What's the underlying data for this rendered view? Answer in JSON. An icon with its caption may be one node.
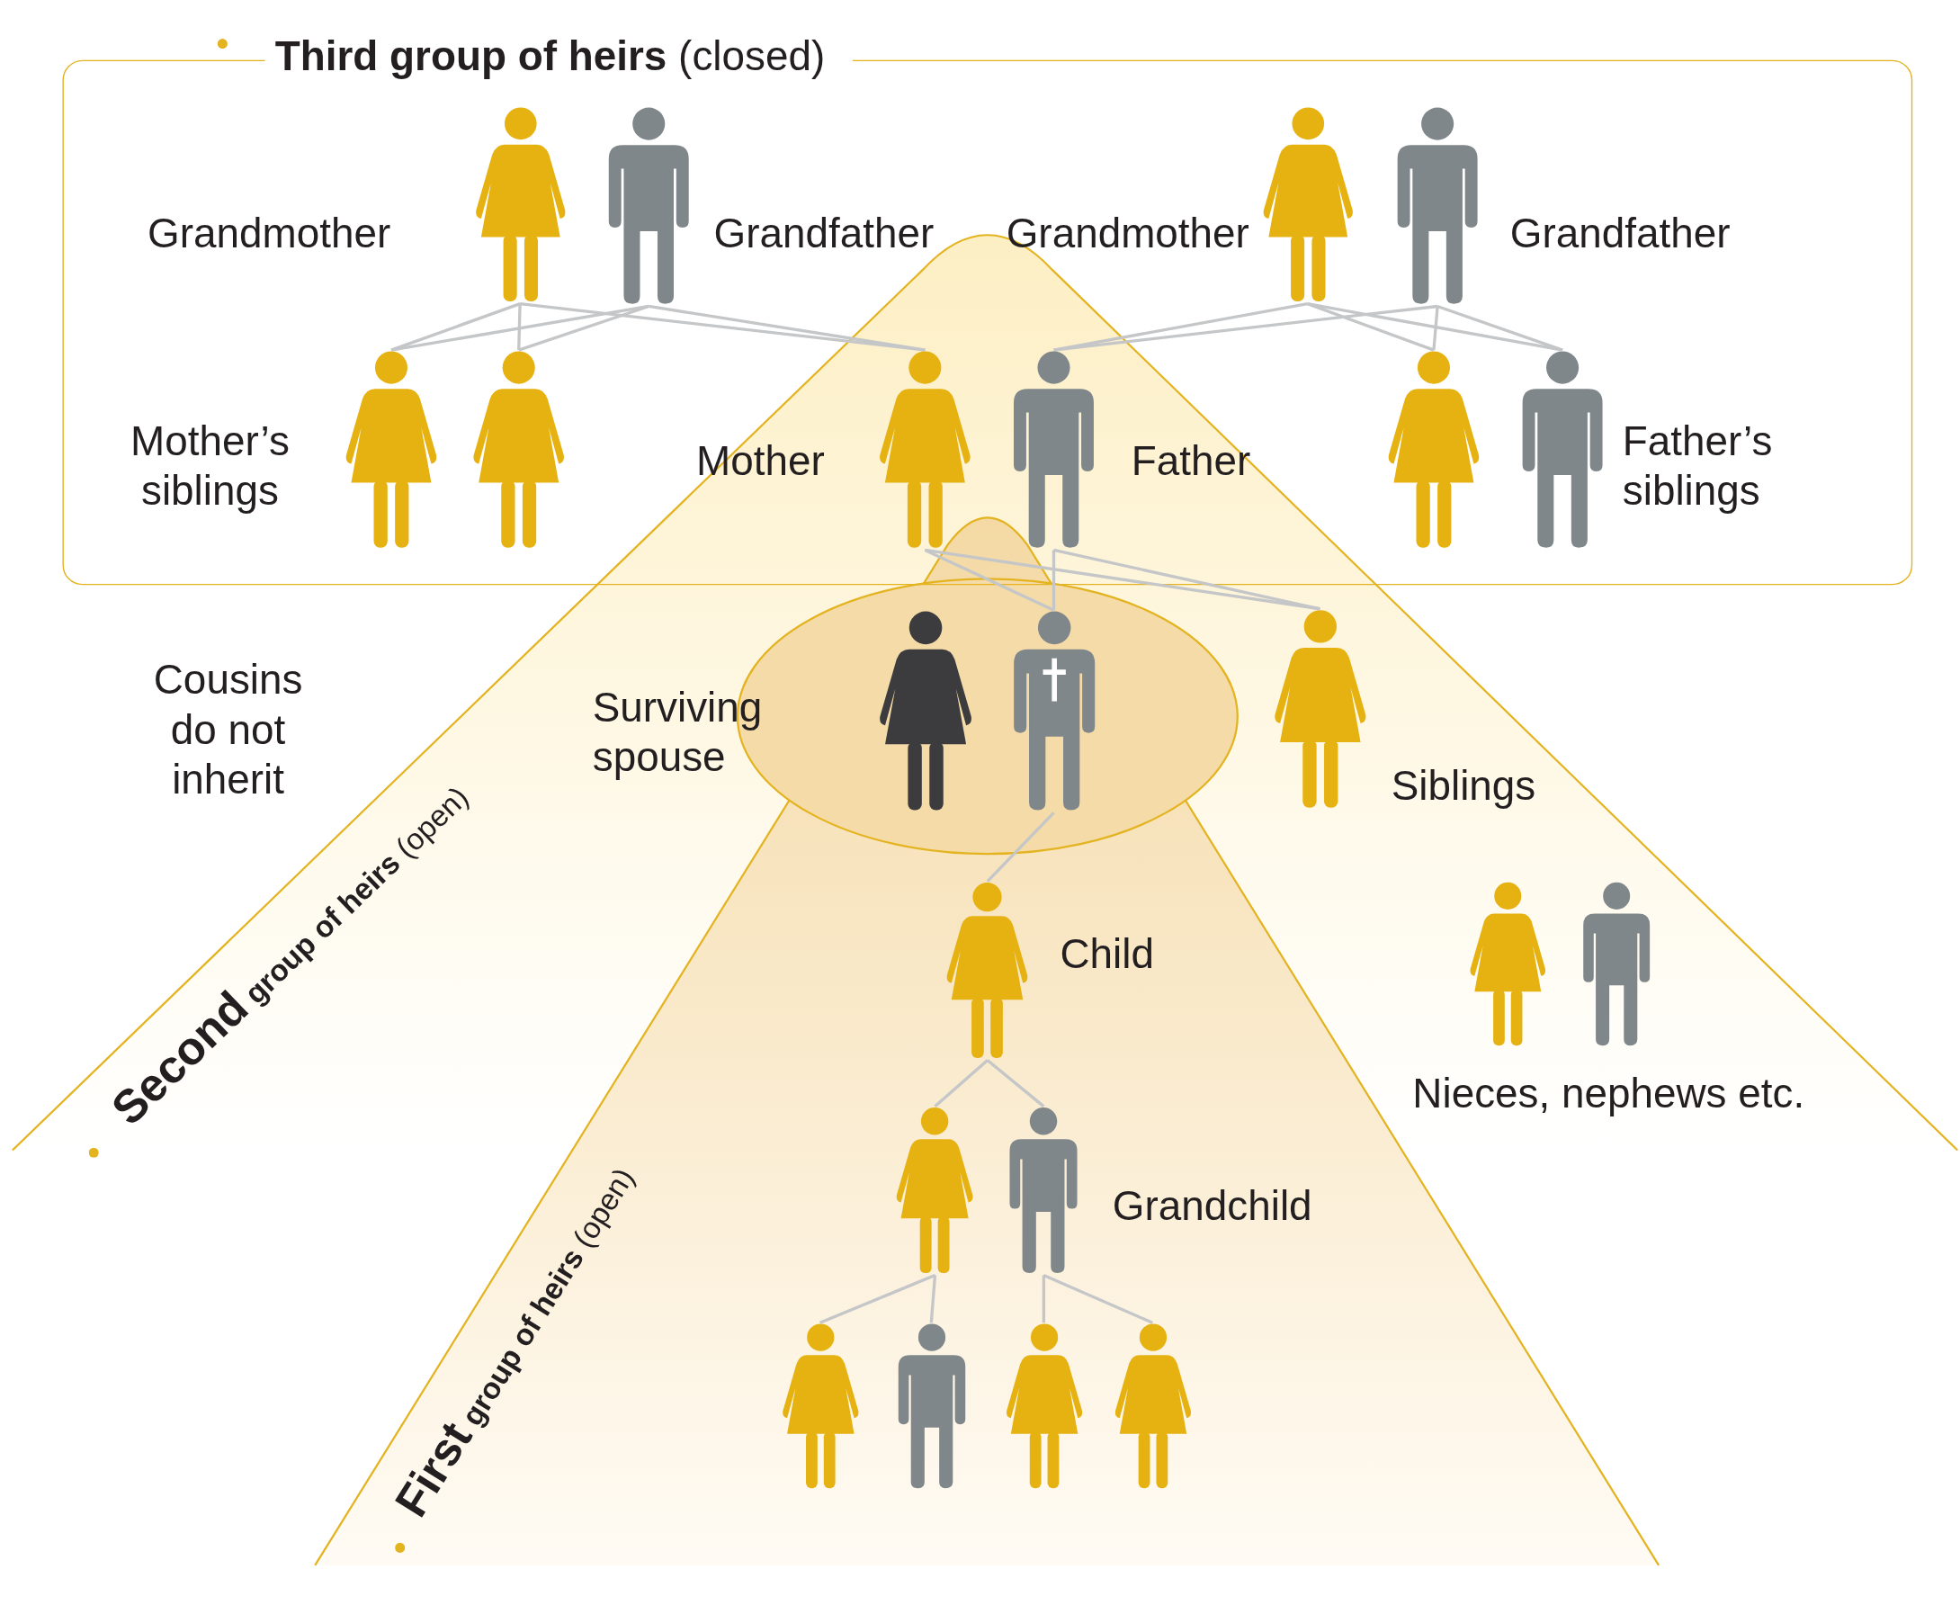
{
  "diagram": {
    "nodes": [
      {
        "text": [
          "**Third group of heirs** (closed)"
        ]
      },
      {
        "text": [],
        "shape": "person",
        "in": 0,
        "beside": [
          "Grandmother"
        ]
      },
      {
        "text": [],
        "shape": "person",
        "in": 0,
        "beside": [
          "Grandfather"
        ]
      },
      {
        "text": [],
        "shape": "person",
        "in": 0,
        "beside": [
          "Grandmother"
        ]
      },
      {
        "text": [],
        "shape": "person",
        "in": 0,
        "beside": [
          "Grandfather"
        ]
      },
      {
        "text": [],
        "shape": "person",
        "in": 0,
        "beside": [
          "Mother’s siblings"
        ]
      },
      {
        "text": [],
        "shape": "person",
        "in": 0
      },
      {
        "text": [],
        "shape": "person",
        "beside": [
          "Mother"
        ]
      },
      {
        "text": [],
        "shape": "person",
        "beside": [
          "Father"
        ]
      },
      {
        "text": [],
        "shape": "person",
        "in": 0
      },
      {
        "text": [],
        "shape": "person",
        "in": 0,
        "beside": [
          "Father’s siblings"
        ]
      },
      {
        "text": [
          "**Second** **group of heirs** (open)"
        ]
      },
      {
        "text": [],
        "shape": "ellipse",
        "beside": [
          "Surviving spouse"
        ]
      },
      {
        "text": [],
        "shape": "person",
        "in": 12
      },
      {
        "text": [],
        "shape": "person",
        "in": 12
      },
      {
        "text": [],
        "shape": "person",
        "in": 11,
        "beside": [
          "Siblings"
        ]
      },
      {
        "text": [],
        "shape": "person",
        "in": 11
      },
      {
        "text": [],
        "shape": "person",
        "in": 11
      },
      {
        "text": [
          "**First** **group of heirs** (open)"
        ]
      },
      {
        "text": [],
        "shape": "person",
        "beside": [
          "Child"
        ]
      },
      {
        "text": [],
        "shape": "person",
        "in": 18
      },
      {
        "text": [],
        "shape": "person",
        "in": 18,
        "beside": [
          "Grandchild"
        ]
      },
      {
        "text": [],
        "shape": "person",
        "in": 18
      },
      {
        "text": [],
        "shape": "person",
        "in": 18
      },
      {
        "text": [],
        "shape": "person",
        "in": 18
      },
      {
        "text": [],
        "shape": "person",
        "in": 18
      }
    ],
    "edges": [
      {
        "from": 1,
        "to": 5,
        "arrow": "none"
      },
      {
        "from": 1,
        "to": 6,
        "arrow": "none"
      },
      {
        "from": 1,
        "to": 7,
        "arrow": "none"
      },
      {
        "from": 2,
        "to": 5,
        "arrow": "none"
      },
      {
        "from": 2,
        "to": 6,
        "arrow": "none"
      },
      {
        "from": 2,
        "to": 7,
        "arrow": "none"
      },
      {
        "from": 3,
        "to": 8,
        "arrow": "none"
      },
      {
        "from": 3,
        "to": 9,
        "arrow": "none"
      },
      {
        "from": 3,
        "to": 10,
        "arrow": "none"
      },
      {
        "from": 4,
        "to": 8,
        "arrow": "none"
      },
      {
        "from": 4,
        "to": 9,
        "arrow": "none"
      },
      {
        "from": 4,
        "to": 10,
        "arrow": "none"
      },
      {
        "from": 7,
        "to": 14,
        "arrow": "none"
      },
      {
        "from": 7,
        "to": 15,
        "arrow": "none"
      },
      {
        "from": 8,
        "to": 14,
        "arrow": "none"
      },
      {
        "from": 8,
        "to": 15,
        "arrow": "none"
      },
      {
        "from": 14,
        "to": 19,
        "arrow": "none"
      },
      {
        "from": 19,
        "to": 20,
        "arrow": "none"
      },
      {
        "from": 19,
        "to": 21,
        "arrow": "none"
      },
      {
        "from": 20,
        "to": 22,
        "arrow": "none"
      },
      {
        "from": 20,
        "to": 23,
        "arrow": "none"
      },
      {
        "from": 21,
        "to": 24,
        "arrow": "none"
      },
      {
        "from": 21,
        "to": 25,
        "arrow": "none"
      }
    ],
    "labels": [
      "Cousins do not inherit",
      "Nieces, nephews etc."
    ]
  }
}
